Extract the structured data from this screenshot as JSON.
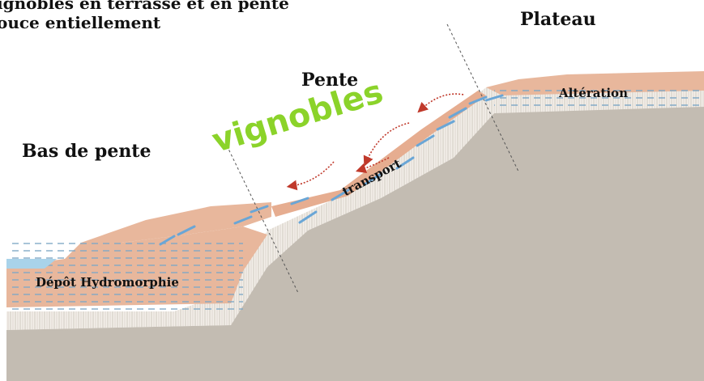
{
  "title": {
    "line1": "ignobles en terrasse et en pente",
    "line2": "ouce entiellement"
  },
  "zones": {
    "plateau": "Plateau",
    "pente": "Pente",
    "bas_de_pente": "Bas de pente"
  },
  "labels": {
    "alteration": "Altération",
    "depot": "Dépôt Hydromorphie",
    "transport": "transport",
    "vignobles": "vignobles"
  },
  "colors": {
    "bedrock": "#c3bcb2",
    "soil": "#e8b79c",
    "alteration_band": "#f1ece6",
    "water": "#a9d3ea",
    "arrow_blue": "#6aa6d6",
    "arrow_red": "#c0392b",
    "vignobles_green": "#8bd32a"
  }
}
